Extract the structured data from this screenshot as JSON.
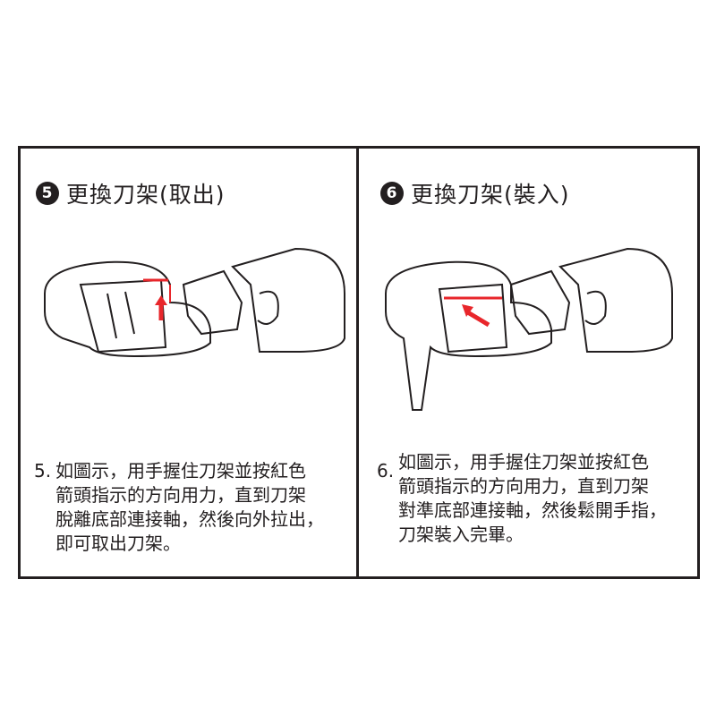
{
  "colors": {
    "ink": "#231f20",
    "accent": "#e8262b"
  },
  "left": {
    "badge": "5",
    "title": "更換刀架(取出)",
    "step": "5.",
    "lines": [
      "如圖示，用手握住刀架並按紅色",
      "箭頭指示的方向用力，直到刀架",
      "脫離底部連接軸，然後向外拉出，",
      "即可取出刀架。"
    ]
  },
  "right": {
    "badge": "6",
    "title": "更換刀架(裝入)",
    "step": "6.",
    "lines": [
      "如圖示，用手握住刀架並按紅色",
      "箭頭指示的方向用力，直到刀架",
      "對準底部連接軸，然後鬆開手指，",
      "刀架裝入完畢。"
    ]
  }
}
